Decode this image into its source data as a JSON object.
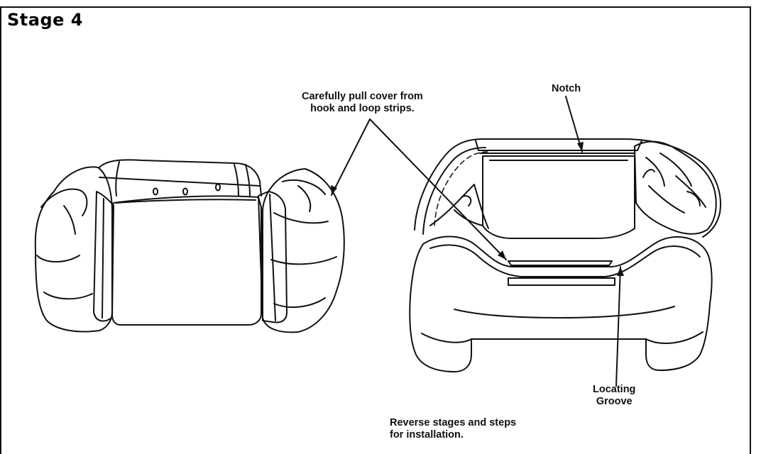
{
  "title": "Stage 4",
  "callouts": {
    "pull_cover": "Carefully pull cover from\nhook and loop strips.",
    "notch": "Notch",
    "locating_groove": "Locating\nGroove",
    "reverse_note": "Reverse stages and steps\nfor installation."
  },
  "colors": {
    "ink": "#111111",
    "paper": "#ffffff"
  }
}
